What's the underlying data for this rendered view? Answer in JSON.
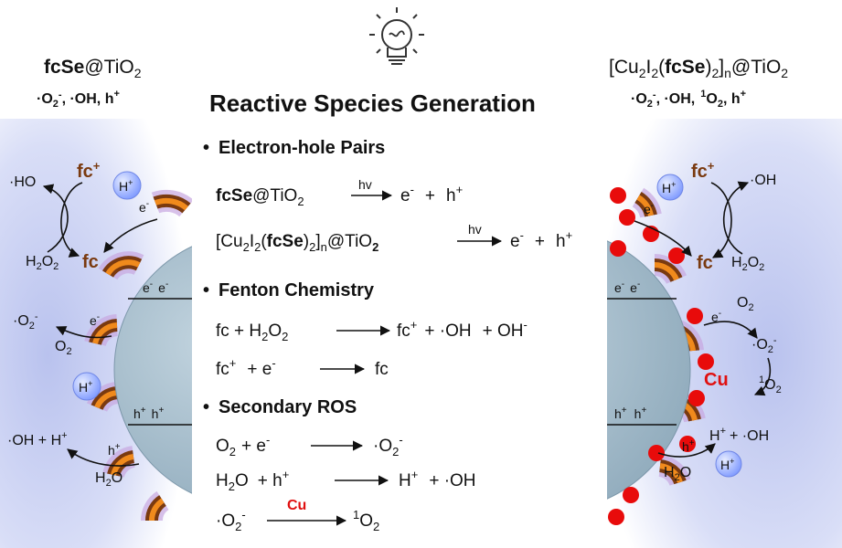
{
  "colors": {
    "bg_glow": "#b9c2ee",
    "particle": "#9fb6c6",
    "shell_dark": "#7a3a10",
    "shell_orange": "#f08a1c",
    "shell_halo": "#c8a7e0",
    "fc_text": "#7a3a10",
    "h_bubble": "#9ab0ff",
    "cu_dot": "#e80b0b",
    "cu_text": "#e01010",
    "text": "#111111"
  },
  "icons": [
    "lightbulb-icon"
  ],
  "left": {
    "title_bold": "fcSe",
    "title_rest": "@TiO",
    "title_sub": "2",
    "species": [
      "·O",
      "2",
      "-",
      ", ·OH, h",
      "+"
    ],
    "cycle": {
      "ho": "·HO",
      "fc_plus": "fc",
      "fc_plus_sup": "+",
      "h2o2": "H",
      "h2o2_sub1": "2",
      "h2o2_o": "O",
      "h2o2_sub2": "2",
      "fc": "fc"
    },
    "bubble": "H",
    "bubble_sup": "+",
    "e": "e",
    "e_sup": "-",
    "o2_radical": "·O",
    "o2_radical_sub": "2",
    "o2_radical_sup": "-",
    "o2": "O",
    "o2_sub": "2",
    "oh_h": "·OH + H",
    "oh_h_sup": "+",
    "h": "h",
    "h_sup": "+",
    "h2o": "H",
    "h2o_sub": "2",
    "h2o_o": "O",
    "e_pair": "e",
    "h_pair": "h"
  },
  "center": {
    "title": "Reactive Species Generation",
    "bullet": "•",
    "sec1": "Electron-hole Pairs",
    "sec2": "Fenton Chemistry",
    "sec3": "Secondary ROS",
    "eq1": {
      "bold": "fcSe",
      "rest": "@TiO",
      "sub": "2",
      "arrow": "hv",
      "rhs": "e",
      "rhs_sup": "-",
      "plus": "+",
      "h": "h",
      "h_sup": "+"
    },
    "eq2": {
      "a": "[Cu",
      "a_sub1": "2",
      "b": "I",
      "b_sub": "2",
      "c": "(",
      "bold": "fcSe",
      "d": ")",
      "d_sub": "2",
      "e": "]",
      "e_sub": "n",
      "f": "@TiO",
      "f_sub": "2",
      "arrow": "hv"
    },
    "eq3": {
      "lhs": "fc + H",
      "sub": "2",
      "o": "O",
      "rhs": "fc",
      "rhs_sup": "+",
      "plus1": "+ ·OH",
      "plus2": "+ OH",
      "oh_sup": "-"
    },
    "eq4": {
      "lhs": "fc",
      "lhs_sup": "+",
      "plus": "+ e",
      "e_sup": "-",
      "rhs": "fc"
    },
    "eq5": {
      "lhs": "O",
      "sub": "2",
      "plus": "+ e",
      "e_sup": "-",
      "rhs": "·O",
      "rhs_sub": "2",
      "rhs_sup": "-"
    },
    "eq6": {
      "lhs": "H",
      "sub": "2",
      "o": "O",
      "plus": "+ h",
      "h_sup": "+",
      "rhs": "H",
      "rhs_sup": "+",
      "rhs2": "+ ·OH"
    },
    "eq7": {
      "lhs": "·O",
      "sub": "2",
      "sup": "-",
      "catalyst": "Cu",
      "rhs_sup": "1",
      "rhs": "O",
      "rhs_sub": "2"
    }
  },
  "right": {
    "title_a": "[Cu",
    "title_sub1": "2",
    "title_b": "I",
    "title_sub2": "2",
    "title_c": "(",
    "title_bold": "fcSe",
    "title_d": ")",
    "title_sub3": "2",
    "title_e": "]",
    "title_sub4": "n",
    "title_f": "@TiO",
    "title_sub5": "2",
    "species_a": "·O",
    "species_sub": "2",
    "species_sup": "-",
    "species_b": ", ·OH,",
    "species_c_sup": "1",
    "species_c": "O",
    "species_c_sub": "2",
    "species_d": ", h",
    "species_d_sup": "+",
    "fc_plus": "fc",
    "fc_plus_sup": "+",
    "oh": "·OH",
    "fc": "fc",
    "h2o2": "H",
    "h2o2_sub1": "2",
    "h2o2_o": "O",
    "h2o2_sub2": "2",
    "o2": "O",
    "o2_sub": "2",
    "o2_radical": "·O",
    "o2_radical_sub": "2",
    "o2_radical_sup": "-",
    "cu": "Cu",
    "singlet_sup": "1",
    "singlet": "O",
    "singlet_sub": "2",
    "h_oh": "H",
    "h_oh_sup": "+",
    "h_oh_rest": "+ ·OH",
    "h": "h",
    "h_sup": "+",
    "h2o": "H",
    "h2o_sub": "2",
    "h2o_o": "O",
    "bubble": "H",
    "bubble_sup": "+",
    "e": "e",
    "e_sup": "-",
    "e_pair": "e",
    "h_pair": "h"
  }
}
